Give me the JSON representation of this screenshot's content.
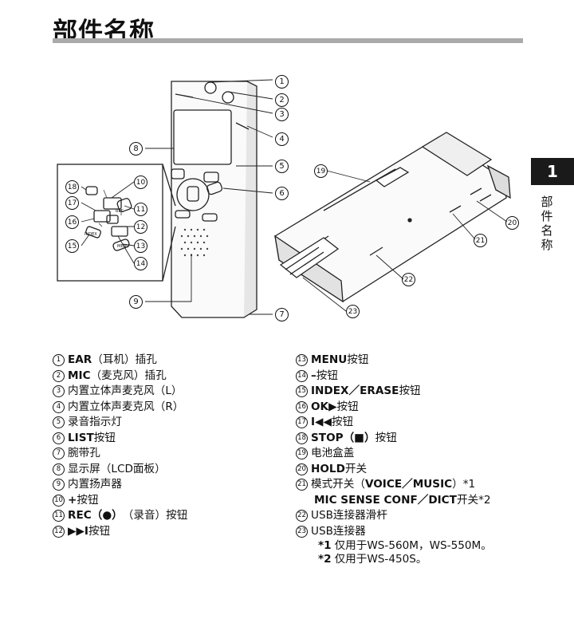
{
  "page_title": "部件名称",
  "chapter": {
    "number": "1",
    "label": "部件名称"
  },
  "callouts": [
    "1",
    "2",
    "3",
    "4",
    "5",
    "6",
    "7",
    "8",
    "9",
    "10",
    "11",
    "12",
    "13",
    "14",
    "15",
    "16",
    "17",
    "18",
    "19",
    "20",
    "21",
    "22",
    "23"
  ],
  "device_labels": {
    "menu": "MENU",
    "index": "INDEX",
    "rec": "REC"
  },
  "parts": {
    "p1": {
      "n": "1",
      "bold": "EAR",
      "text": "（耳机）插孔"
    },
    "p2": {
      "n": "2",
      "bold": "MIC",
      "text": "（麦克风）插孔"
    },
    "p3": {
      "n": "3",
      "bold": "",
      "text": "内置立体声麦克风（L）"
    },
    "p4": {
      "n": "4",
      "bold": "",
      "text": "内置立体声麦克风（R）"
    },
    "p5": {
      "n": "5",
      "bold": "",
      "text": "录音指示灯"
    },
    "p6": {
      "n": "6",
      "bold": "LIST",
      "text": "按钮"
    },
    "p7": {
      "n": "7",
      "bold": "",
      "text": "腕带孔"
    },
    "p8": {
      "n": "8",
      "bold": "",
      "text": "显示屏（LCD面板）"
    },
    "p9": {
      "n": "9",
      "bold": "",
      "text": "内置扬声器"
    },
    "p10": {
      "n": "10",
      "bold": "+",
      "text": "按钮"
    },
    "p11": {
      "n": "11",
      "bold": "REC（●）",
      "text": "（录音）按钮"
    },
    "p12": {
      "n": "12",
      "bold": "▶▶I",
      "text": "按钮"
    },
    "p13": {
      "n": "13",
      "bold": "MENU",
      "text": "按钮"
    },
    "p14": {
      "n": "14",
      "bold": "–",
      "text": "按钮"
    },
    "p15": {
      "n": "15",
      "bold": "INDEX／ERASE",
      "text": "按钮"
    },
    "p16": {
      "n": "16",
      "bold": "OK▶",
      "text": "按钮"
    },
    "p17": {
      "n": "17",
      "bold": "I◀◀",
      "text": "按钮"
    },
    "p18": {
      "n": "18",
      "bold": "STOP（■）",
      "text": "按钮"
    },
    "p19": {
      "n": "19",
      "bold": "",
      "text": "电池盒盖"
    },
    "p20": {
      "n": "20",
      "bold": "HOLD",
      "text": "开关"
    },
    "p21": {
      "n": "21",
      "bold": "",
      "text": "模式开关（",
      "bold2": "VOICE／MUSIC",
      "tail": "）*1"
    },
    "p21b": {
      "bold": "MIC SENSE CONF／DICT",
      "text": "开关*2"
    },
    "p22": {
      "n": "22",
      "bold": "",
      "text": "USB连接器滑杆"
    },
    "p23": {
      "n": "23",
      "bold": "",
      "text": "USB连接器"
    },
    "note1": {
      "mark": "*1",
      "text": "仅用于WS-560M，WS-550M。"
    },
    "note2": {
      "mark": "*2",
      "text": "仅用于WS-450S。"
    }
  }
}
